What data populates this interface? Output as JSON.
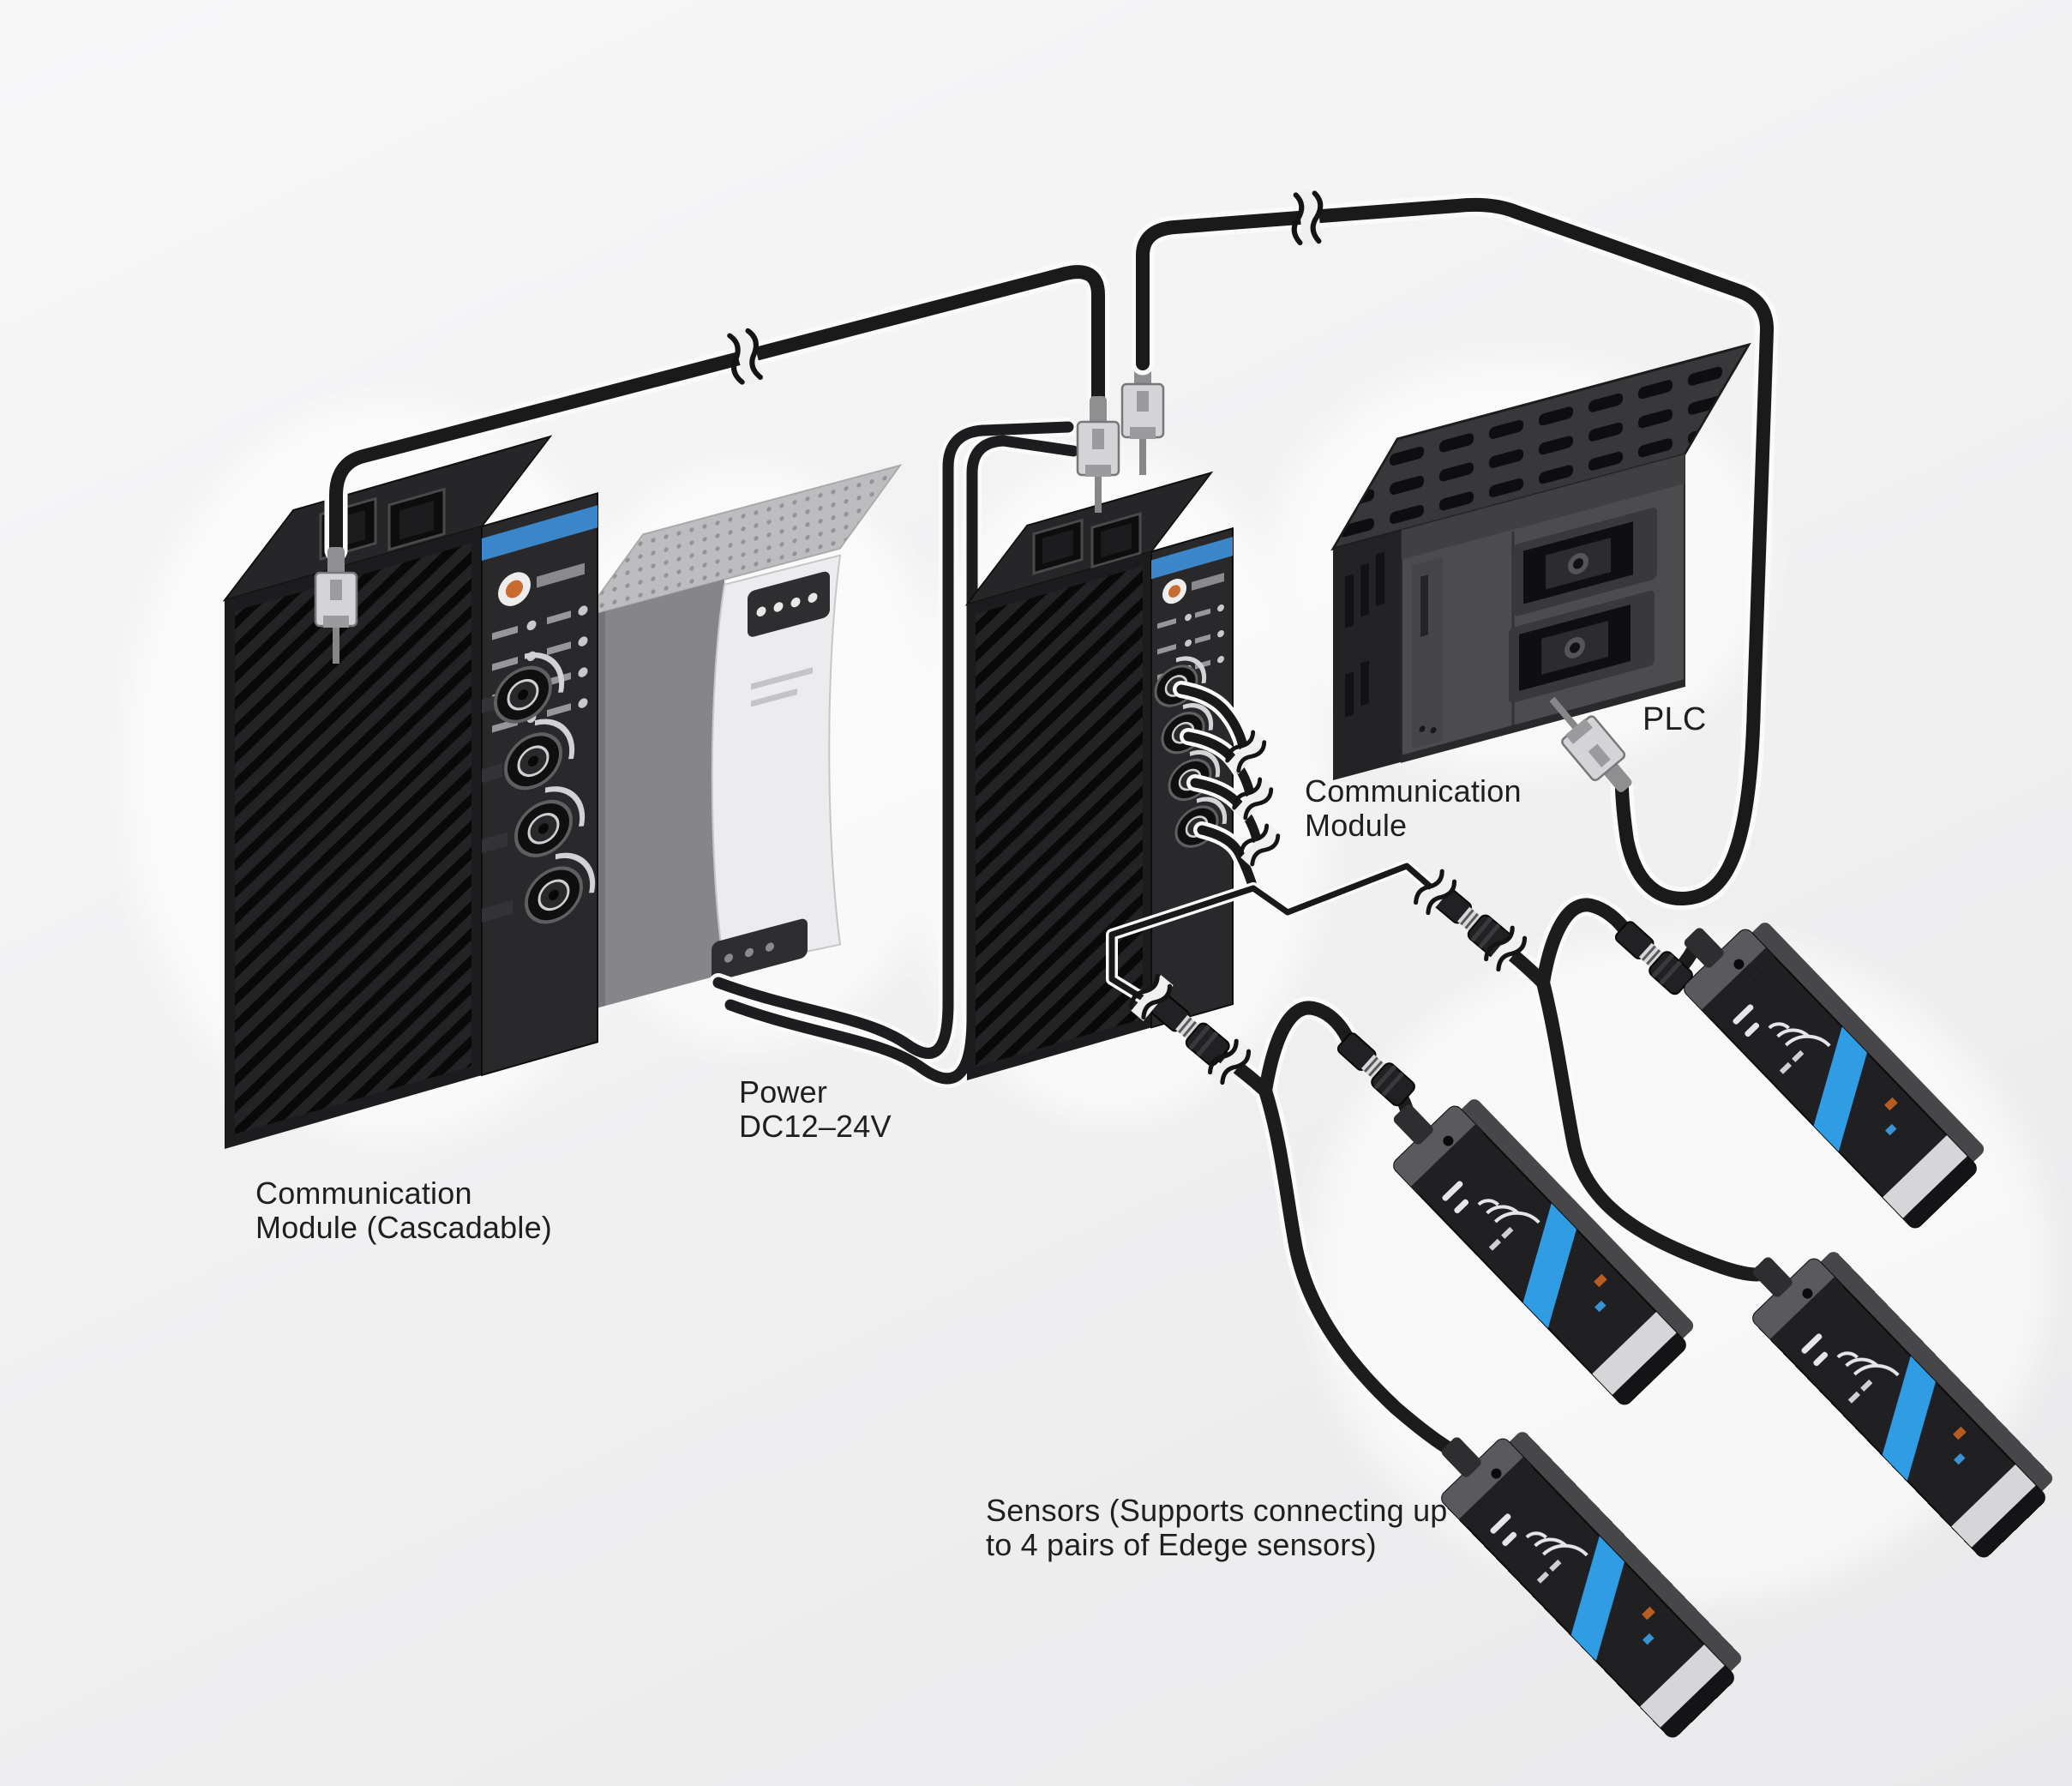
{
  "diagram": {
    "background_color": "#f0f0f1",
    "labels": {
      "cascadable_module": [
        "Communication",
        "Module (Cascadable)"
      ],
      "power": [
        "Power",
        "DC12–24V"
      ],
      "communication_module": [
        "Communication",
        "Module"
      ],
      "plc": "PLC",
      "sensors": [
        "Sensors (Supports connecting up",
        "to 4 pairs of Edege sensors)"
      ]
    },
    "colors": {
      "sensor_stripe_blue": "#2f9ce3",
      "module_stripe_blue": "#3a86c8",
      "cable_black": "#1a1a1a",
      "label_text": "#1f1f1f"
    }
  }
}
